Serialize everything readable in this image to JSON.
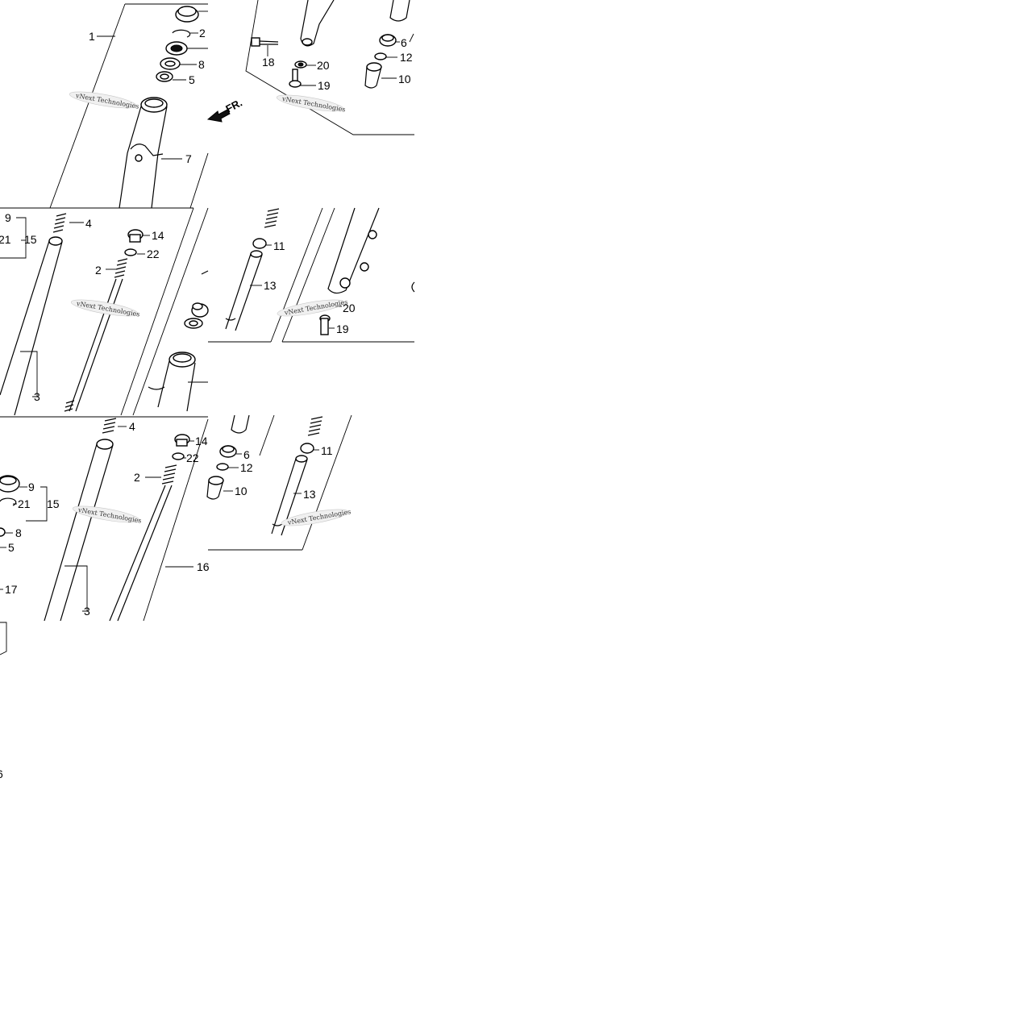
{
  "watermark": "vNext Technologies",
  "direction_label": "FR.",
  "labels": {
    "t1": "1",
    "t2": "2",
    "t5": "5",
    "t7": "7",
    "t8": "8",
    "t6": "6",
    "t12": "12",
    "t10": "10",
    "t18": "18",
    "t19": "19",
    "t20": "20",
    "m9": "9",
    "m15": "15",
    "m21": "21",
    "m4": "4",
    "m14": "14",
    "m22": "22",
    "m2": "2",
    "m3": "3",
    "m11": "11",
    "m13": "13",
    "m20": "20",
    "m19": "19",
    "b4": "4",
    "b14": "14",
    "b22": "22",
    "b2": "2",
    "b9": "9",
    "b21": "21",
    "b15": "15",
    "b8": "8",
    "b5": "5",
    "b17": "17",
    "b3": "3",
    "b16": "16",
    "b6": "6",
    "b12": "12",
    "b10": "10",
    "b11": "11",
    "b13": "13",
    "edge6": "6"
  }
}
